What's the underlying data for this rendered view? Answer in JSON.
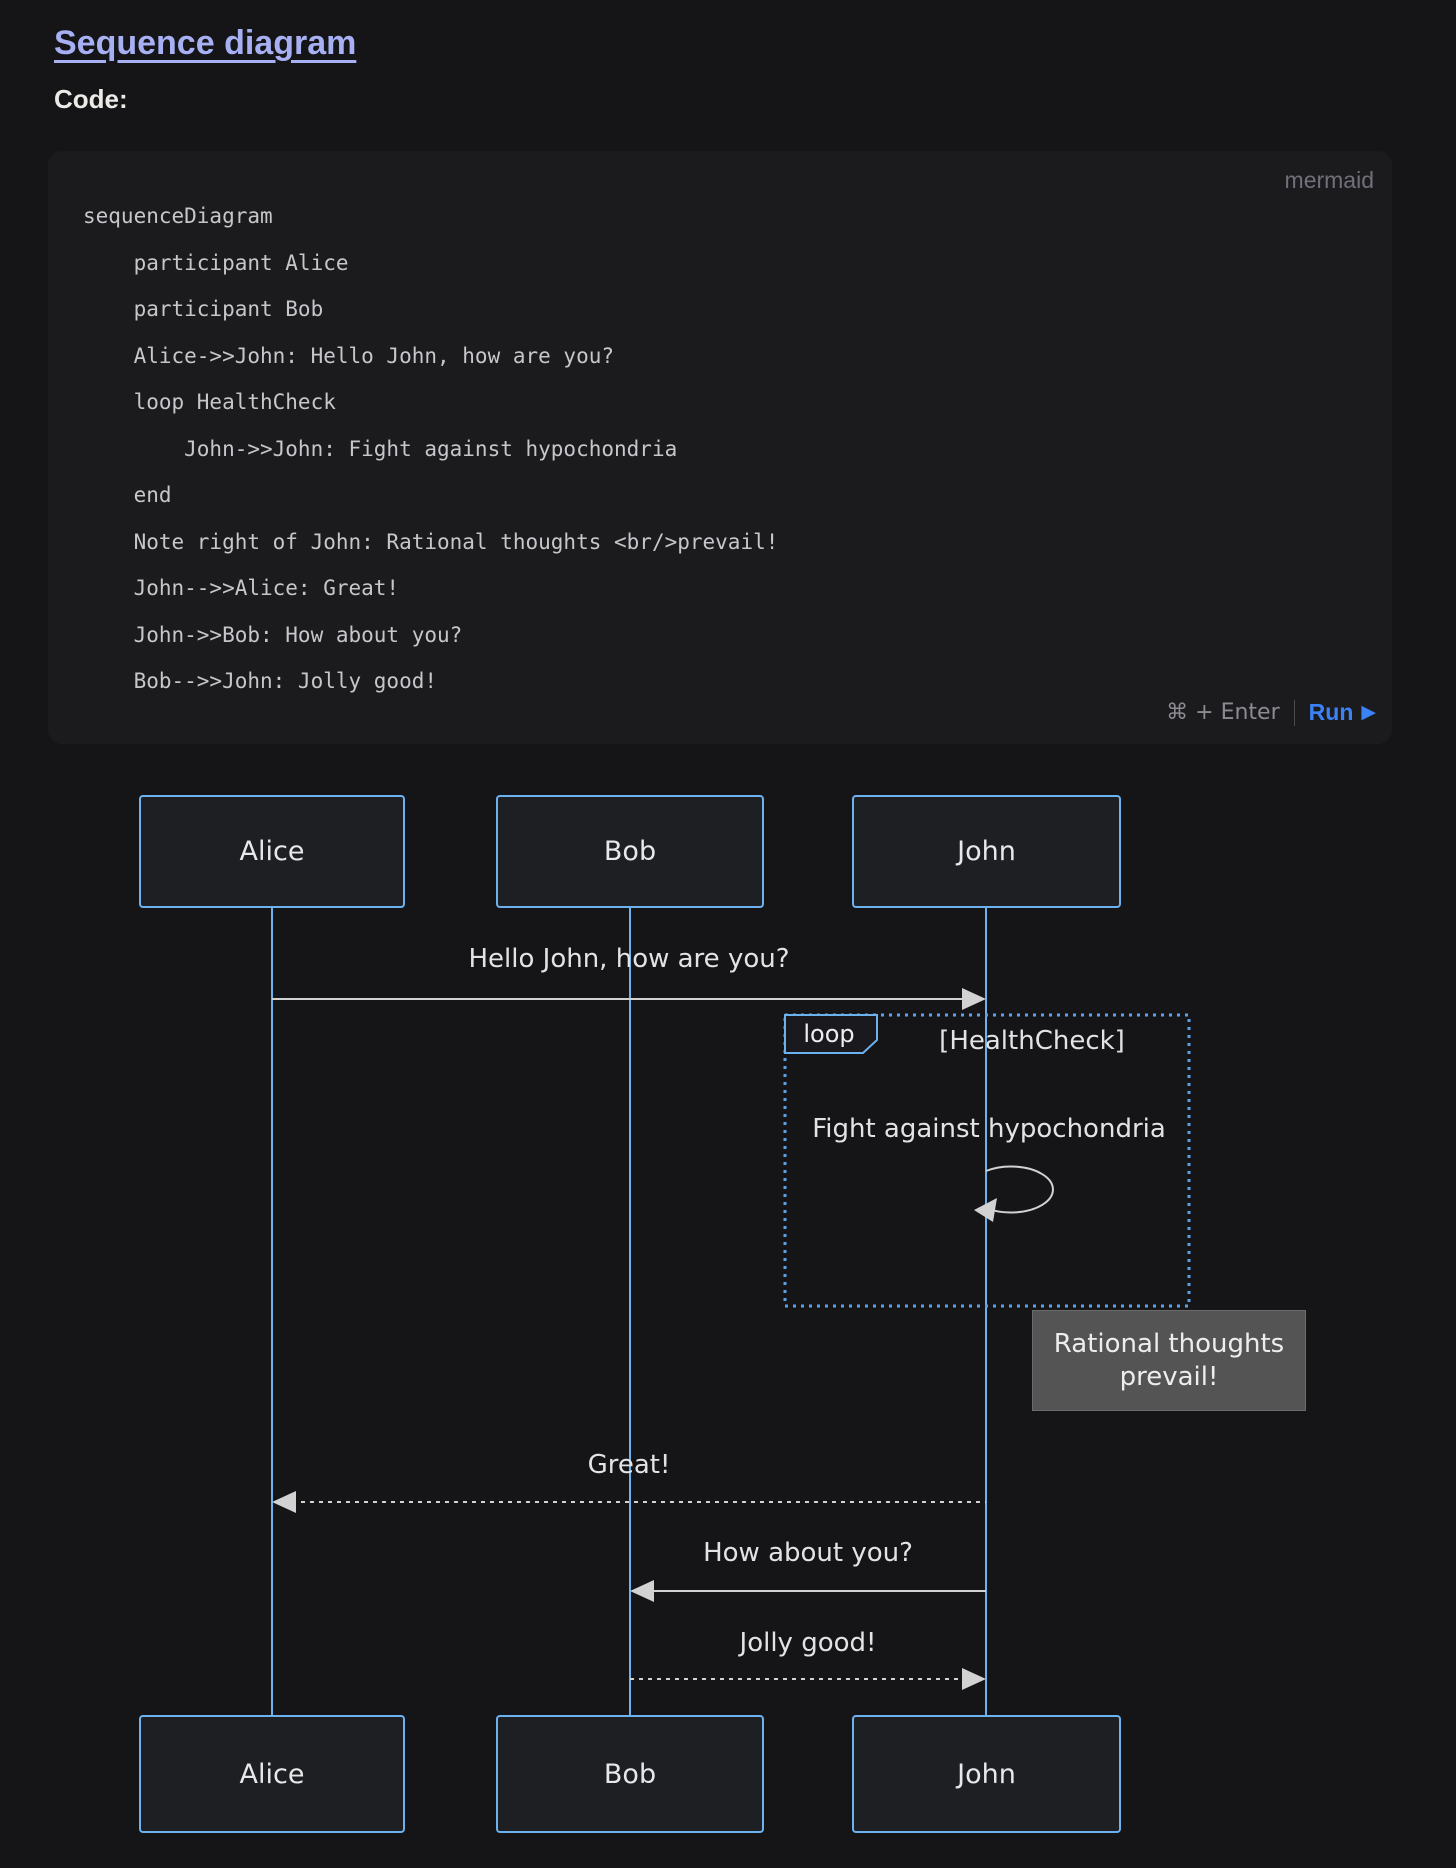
{
  "page": {
    "title": "Sequence diagram",
    "code_label": "Code:"
  },
  "code_block": {
    "language_badge": "mermaid",
    "lines": [
      "sequenceDiagram",
      "    participant Alice",
      "    participant Bob",
      "    Alice->>John: Hello John, how are you?",
      "    loop HealthCheck",
      "        John->>John: Fight against hypochondria",
      "    end",
      "    Note right of John: Rational thoughts <br/>prevail!",
      "    John-->>Alice: Great!",
      "    John->>Bob: How about you?",
      "    Bob-->>John: Jolly good!"
    ],
    "shortcut_hint": "⌘ + Enter",
    "run_label": "Run",
    "play_glyph": "▶"
  },
  "diagram": {
    "participants": [
      {
        "name": "Alice"
      },
      {
        "name": "Bob"
      },
      {
        "name": "John"
      }
    ],
    "messages": [
      {
        "from": "Alice",
        "to": "John",
        "style": "solid",
        "text": "Hello John, how are you?"
      },
      {
        "from": "John",
        "to": "John",
        "style": "solid",
        "text": "Fight against hypochondria"
      },
      {
        "from": "John",
        "to": "Alice",
        "style": "dashed",
        "text": "Great!"
      },
      {
        "from": "John",
        "to": "Bob",
        "style": "solid",
        "text": "How about you?"
      },
      {
        "from": "Bob",
        "to": "John",
        "style": "dashed",
        "text": "Jolly good!"
      }
    ],
    "loop": {
      "label": "loop",
      "condition": "[HealthCheck]"
    },
    "note": {
      "line1": "Rational thoughts",
      "line2": "prevail!"
    }
  },
  "colors": {
    "accent_link": "#a7b0f3",
    "run_blue": "#3b82f6",
    "lifeline_blue": "#6cb2f0",
    "loop_border_blue": "#5ea0e8",
    "note_bg": "#545454",
    "arrow": "#d2d2d2"
  }
}
